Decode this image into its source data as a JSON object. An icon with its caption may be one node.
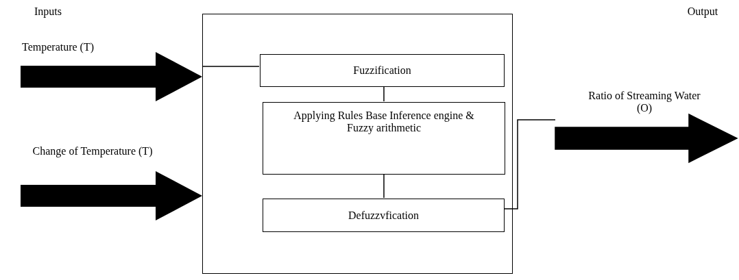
{
  "diagram": {
    "nodes": [
      {
        "text": [],
        "shape": "box"
      },
      {
        "text": [
          "Fuzzification"
        ],
        "in": 0
      },
      {
        "text": [
          "Applying Rules Base Inference engine & Fuzzy arithmetic"
        ],
        "in": 0
      },
      {
        "text": [
          "Defuzzvfication"
        ],
        "in": 0
      }
    ],
    "edges": [
      {
        "from": null,
        "to": 0,
        "arrow": "to",
        "style": "thick",
        "label": "Temperature (T)"
      },
      {
        "from": null,
        "to": 0,
        "arrow": "to",
        "style": "thick",
        "label": "Change of Temperature (T)"
      },
      {
        "from": 3,
        "to": null,
        "arrow": "to",
        "style": "thick",
        "label": "Ratio of Streaming Water (O)"
      },
      {
        "from": 0,
        "to": 1,
        "arrow": "none"
      },
      {
        "from": 1,
        "to": 2,
        "arrow": "none"
      },
      {
        "from": 2,
        "to": 3,
        "arrow": "none"
      }
    ],
    "labels": [
      "Inputs",
      "Output"
    ]
  }
}
